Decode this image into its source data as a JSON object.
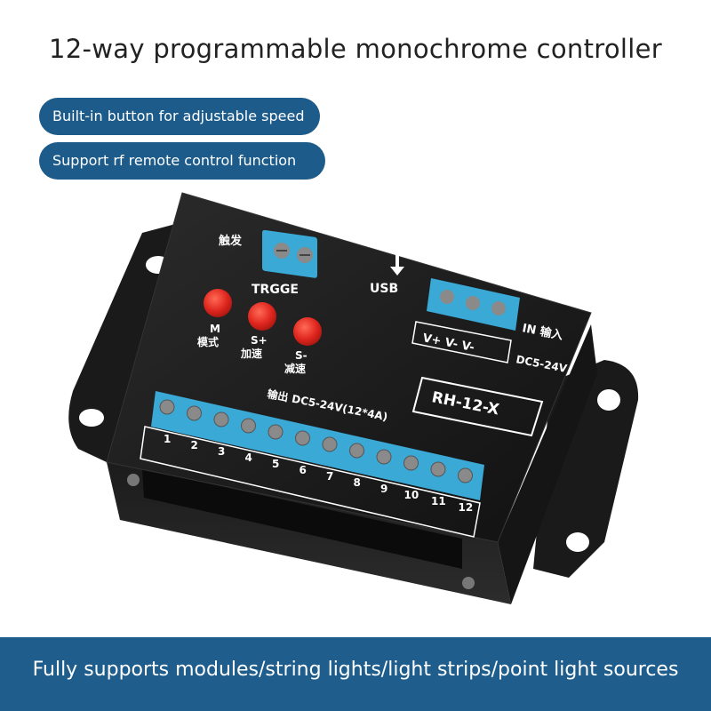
{
  "header": {
    "title": "12-way programmable monochrome controller"
  },
  "features": [
    {
      "label": "Built-in button for adjustable speed"
    },
    {
      "label": "Support rf remote control function"
    }
  ],
  "device": {
    "trigger_cn": "触发",
    "trigger_en": "TRGGE",
    "usb": "USB",
    "btn_m": "M",
    "btn_m_cn": "模式",
    "btn_s_plus": "S+",
    "btn_s_plus_cn": "加速",
    "btn_s_minus": "S-",
    "btn_s_minus_cn": "减速",
    "input_label": "IN 输入",
    "input_terms": "V+  V-  V-",
    "input_voltage": "DC5-24V",
    "model": "RH-12-X",
    "output_label": "输出 DC5-24V(12*4A)",
    "channels": [
      "1",
      "2",
      "3",
      "4",
      "5",
      "6",
      "7",
      "8",
      "9",
      "10",
      "11",
      "12"
    ]
  },
  "footer": {
    "text": "Fully supports modules/string lights/light strips/point light sources"
  },
  "colors": {
    "banner": "#1e5d8c",
    "terminal": "#3aa9d6",
    "button": "#e0271f",
    "body": "#1a1a1a"
  }
}
